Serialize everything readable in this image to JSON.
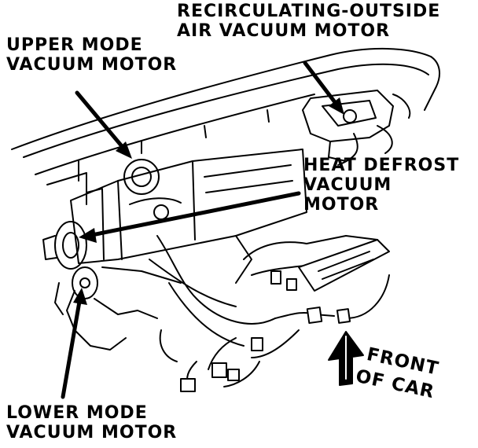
{
  "labels": {
    "recirc": {
      "line1": "RECIRCULATING-OUTSIDE",
      "line2": "AIR VACUUM MOTOR"
    },
    "upper_mode": {
      "line1": "UPPER MODE",
      "line2": "VACUUM MOTOR"
    },
    "heat_defrost": {
      "line1": "HEAT DEFROST",
      "line2": "VACUUM",
      "line3": "MOTOR"
    },
    "front": {
      "line1": "FRONT",
      "line2": "OF CAR"
    },
    "lower_mode": {
      "line1": "LOWER MODE",
      "line2": "VACUUM MOTOR"
    }
  },
  "colors": {
    "ink": "#000000",
    "paper": "#ffffff"
  }
}
